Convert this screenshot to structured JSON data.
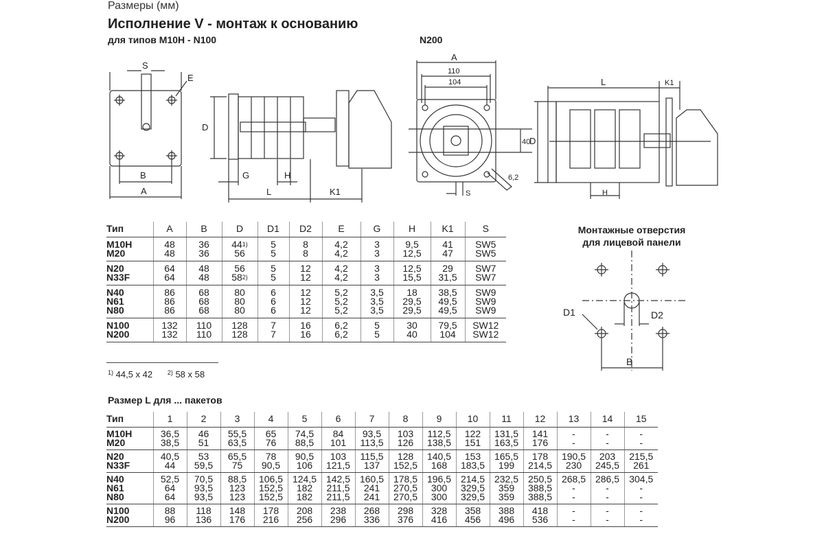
{
  "header": {
    "size_label": "Размеры (мм)",
    "title": "Исполнение V - монтаж к основанию",
    "subtitle": "для типов M10H - N100",
    "n200_label": "N200"
  },
  "drawing_labels": {
    "S": "S",
    "E": "E",
    "D": "D",
    "G": "G",
    "H": "H",
    "L": "L",
    "K1": "K1",
    "B": "B",
    "A": "A",
    "dim_110": "110",
    "dim_104": "104",
    "dim_40": "40",
    "dim_62": "6,2"
  },
  "table1": {
    "headers": [
      "Тип",
      "A",
      "B",
      "D",
      "D1",
      "D2",
      "E",
      "G",
      "H",
      "K1",
      "S"
    ],
    "groups": [
      {
        "rows": [
          [
            "M10H",
            "48",
            "36",
            "44",
            "5",
            "8",
            "4,2",
            "3",
            "9,5",
            "41",
            "SW5"
          ],
          [
            "M20",
            "48",
            "36",
            "56",
            "5",
            "8",
            "4,2",
            "3",
            "12,5",
            "47",
            "SW5"
          ]
        ],
        "notes": [
          "1)",
          ""
        ]
      },
      {
        "rows": [
          [
            "N20",
            "64",
            "48",
            "56",
            "5",
            "12",
            "4,2",
            "3",
            "12,5",
            "29",
            "SW7"
          ],
          [
            "N33F",
            "64",
            "48",
            "58",
            "5",
            "12",
            "4,2",
            "3",
            "15,5",
            "31,5",
            "SW7"
          ]
        ],
        "notes": [
          "",
          "2)"
        ]
      },
      {
        "rows": [
          [
            "N40",
            "86",
            "68",
            "80",
            "6",
            "12",
            "5,2",
            "3,5",
            "18",
            "38,5",
            "SW9"
          ],
          [
            "N61",
            "86",
            "68",
            "80",
            "6",
            "12",
            "5,2",
            "3,5",
            "29,5",
            "49,5",
            "SW9"
          ],
          [
            "N80",
            "86",
            "68",
            "80",
            "6",
            "12",
            "5,2",
            "3,5",
            "29,5",
            "49,5",
            "SW9"
          ]
        ],
        "notes": [
          "",
          "",
          ""
        ]
      },
      {
        "rows": [
          [
            "N100",
            "132",
            "110",
            "128",
            "7",
            "16",
            "6,2",
            "5",
            "30",
            "79,5",
            "SW12"
          ],
          [
            "N200",
            "132",
            "110",
            "128",
            "7",
            "16",
            "6,2",
            "5",
            "40",
            "104",
            "SW12"
          ]
        ],
        "notes": [
          "",
          ""
        ]
      }
    ]
  },
  "footnotes": {
    "n1_mark": "1)",
    "n1_text": "44,5 x 42",
    "n2_mark": "2)",
    "n2_text": "58 x 58"
  },
  "mounting": {
    "title_line1": "Монтажные отверстия",
    "title_line2": "для лицевой панели",
    "D1": "D1",
    "D2": "D2",
    "B": "B"
  },
  "table2": {
    "title": "Размер L для ... пакетов",
    "headers": [
      "Тип",
      "1",
      "2",
      "3",
      "4",
      "5",
      "6",
      "7",
      "8",
      "9",
      "10",
      "11",
      "12",
      "13",
      "14",
      "15"
    ],
    "groups": [
      [
        [
          "M10H",
          "36,5",
          "46",
          "55,5",
          "65",
          "74,5",
          "84",
          "93,5",
          "103",
          "112,5",
          "122",
          "131,5",
          "141",
          "-",
          "-",
          "-"
        ],
        [
          "M20",
          "38,5",
          "51",
          "63,5",
          "76",
          "88,5",
          "101",
          "113,5",
          "126",
          "138,5",
          "151",
          "163,5",
          "176",
          "-",
          "-",
          "-"
        ]
      ],
      [
        [
          "N20",
          "40,5",
          "53",
          "65,5",
          "78",
          "90,5",
          "103",
          "115,5",
          "128",
          "140,5",
          "153",
          "165,5",
          "178",
          "190,5",
          "203",
          "215,5"
        ],
        [
          "N33F",
          "44",
          "59,5",
          "75",
          "90,5",
          "106",
          "121,5",
          "137",
          "152,5",
          "168",
          "183,5",
          "199",
          "214,5",
          "230",
          "245,5",
          "261"
        ]
      ],
      [
        [
          "N40",
          "52,5",
          "70,5",
          "88,5",
          "106,5",
          "124,5",
          "142,5",
          "160,5",
          "178,5",
          "196,5",
          "214,5",
          "232,5",
          "250,5",
          "268,5",
          "286,5",
          "304,5"
        ],
        [
          "N61",
          "64",
          "93,5",
          "123",
          "152,5",
          "182",
          "211,5",
          "241",
          "270,5",
          "300",
          "329,5",
          "359",
          "388,5",
          "-",
          "-",
          "-"
        ],
        [
          "N80",
          "64",
          "93,5",
          "123",
          "152,5",
          "182",
          "211,5",
          "241",
          "270,5",
          "300",
          "329,5",
          "359",
          "388,5",
          "-",
          "-",
          "-"
        ]
      ],
      [
        [
          "N100",
          "88",
          "118",
          "148",
          "178",
          "208",
          "238",
          "268",
          "298",
          "328",
          "358",
          "388",
          "418",
          "-",
          "-",
          "-"
        ],
        [
          "N200",
          "96",
          "136",
          "176",
          "216",
          "256",
          "296",
          "336",
          "376",
          "416",
          "456",
          "496",
          "536",
          "-",
          "-",
          "-"
        ]
      ]
    ]
  }
}
